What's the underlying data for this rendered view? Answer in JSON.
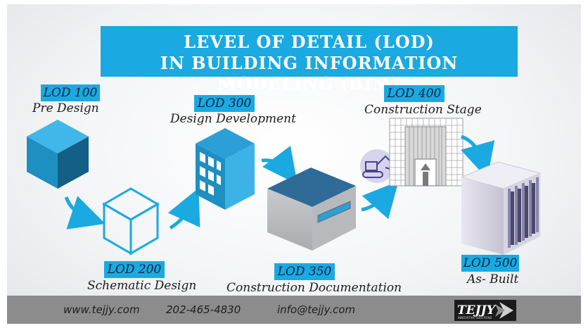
{
  "title": {
    "line1": "LEVEL OF DETAIL (LOD)",
    "line2": "IN BUILDING INFORMATION MODELING (BIM)"
  },
  "stages": {
    "lod100": {
      "tag": "LOD 100",
      "name": "Pre Design"
    },
    "lod200": {
      "tag": "LOD 200",
      "name": "Schematic Design"
    },
    "lod300": {
      "tag": "LOD 300",
      "name": "Design Development"
    },
    "lod350": {
      "tag": "LOD 350",
      "name": "Construction Documentation"
    },
    "lod400": {
      "tag": "LOD 400",
      "name": "Construction Stage"
    },
    "lod500": {
      "tag": "LOD 500",
      "name": "As- Built"
    }
  },
  "footer": {
    "website": "www.tejjy.com",
    "phone": "202-465-4830",
    "email": "info@tejjy.com",
    "logo_text": "TEJJY",
    "logo_tagline": "INNOVATIVE SOLUTIONS"
  },
  "colors": {
    "accent": "#1aa9e1",
    "cube_front": "#1e8fc1",
    "cube_top": "#3fb7e9",
    "cube_side": "#135f86",
    "roof": "#2f6b96",
    "footer_bg": "#8c8c8c"
  }
}
